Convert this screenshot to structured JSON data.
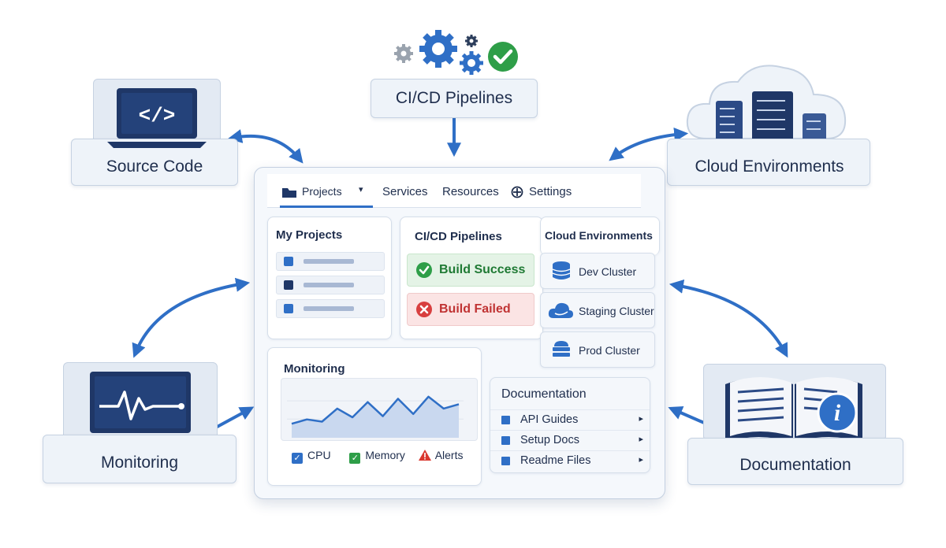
{
  "nodes": {
    "source_code": {
      "label": "Source Code",
      "icon": "laptop-code-icon",
      "glyph": "</>"
    },
    "cicd": {
      "label": "CI/CD Pipelines",
      "icon": "gears-check-icon"
    },
    "cloud": {
      "label": "Cloud Environments",
      "icon": "cloud-servers-icon"
    },
    "monitoring": {
      "label": "Monitoring",
      "icon": "laptop-heartbeat-icon"
    },
    "documentation": {
      "label": "Documentation",
      "icon": "open-book-info-icon"
    }
  },
  "app": {
    "nav": {
      "projects": "Projects",
      "services": "Services",
      "resources": "Resources",
      "settings": "Settings"
    },
    "my_projects": {
      "title": "My Projects",
      "rows": 3
    },
    "cicd_panel": {
      "title": "CI/CD Pipelines",
      "success": "Build Success",
      "failed": "Build Failed"
    },
    "cloud_panel": {
      "title": "Cloud Environments",
      "clusters": [
        "Dev Cluster",
        "Staging Cluster",
        "Prod Cluster"
      ]
    },
    "monitoring_panel": {
      "title": "Monitoring",
      "legend": {
        "cpu": "CPU",
        "memory": "Memory",
        "alerts": "Alerts"
      }
    },
    "docs_panel": {
      "title": "Documentation",
      "items": [
        "API Guides",
        "Setup Docs",
        "Readme Files"
      ]
    }
  },
  "colors": {
    "accent": "#2f6fc6",
    "navy": "#1f3767",
    "success": "#2e8b3e",
    "danger": "#cc3b3b",
    "warning": "#d9382f"
  },
  "chart_data": {
    "type": "area",
    "series": [
      {
        "values": [
          10,
          14,
          12,
          24,
          16,
          30,
          17,
          33,
          19,
          35,
          24,
          28
        ]
      }
    ],
    "ylim": [
      0,
      45
    ]
  }
}
